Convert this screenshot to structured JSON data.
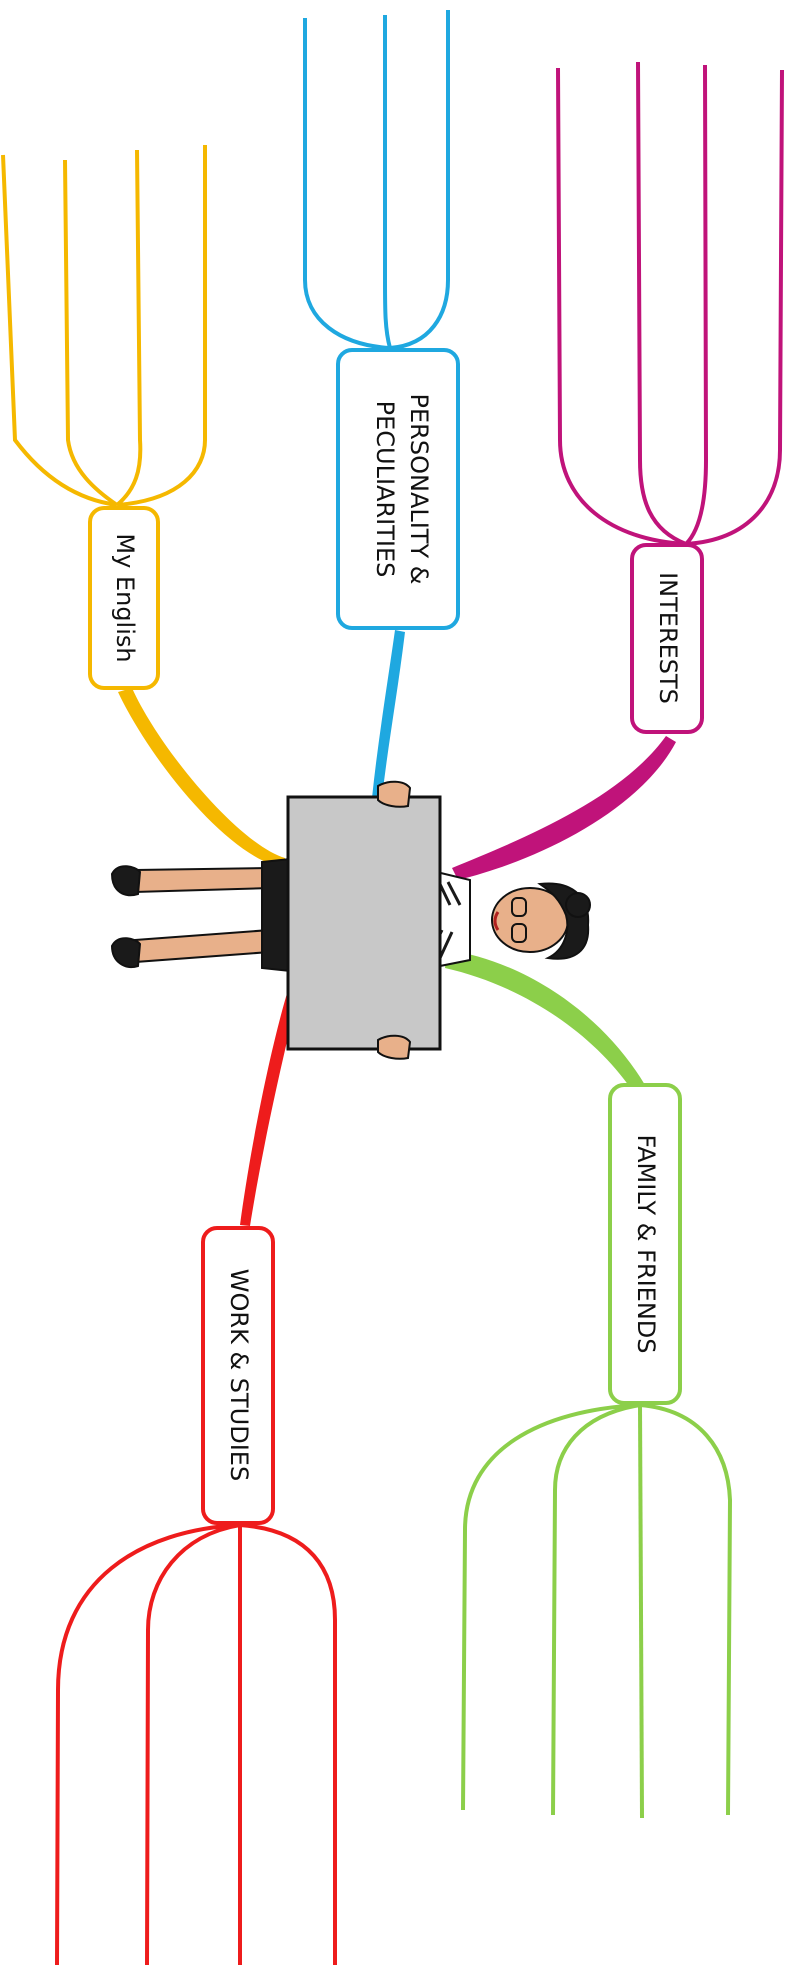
{
  "central": {
    "figure": "woman-holding-blank-sign",
    "sign_color": "#c8c8c8",
    "skin_color": "#e8b08a"
  },
  "branches": [
    {
      "id": "my-english",
      "label": "My English",
      "color": "#f5b800"
    },
    {
      "id": "personality",
      "label": "PERSONALITY & PECULIARITIES",
      "label_lines": [
        "PERSONALITY &",
        "PECULIARITIES"
      ],
      "color": "#1fa8e0"
    },
    {
      "id": "interests",
      "label": "INTERESTS",
      "color": "#c0137a"
    },
    {
      "id": "family-friends",
      "label": "FAMILY & FRIENDS",
      "color": "#8ccf4a"
    },
    {
      "id": "work-studies",
      "label": "WORK & STUDIES",
      "color": "#ee1c1c"
    }
  ]
}
